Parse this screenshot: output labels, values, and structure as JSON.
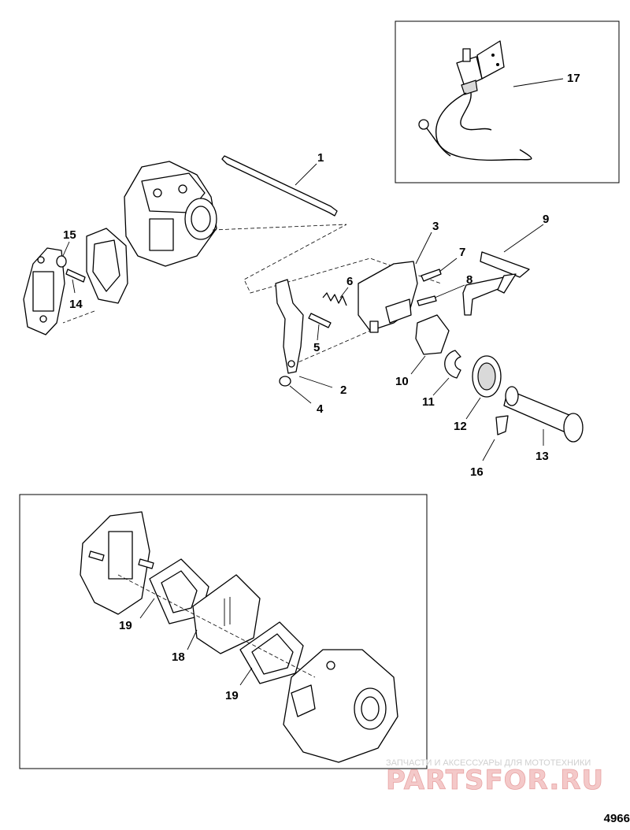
{
  "diagram": {
    "callouts": [
      "1",
      "2",
      "3",
      "4",
      "5",
      "6",
      "7",
      "8",
      "9",
      "10",
      "11",
      "12",
      "13",
      "14",
      "15",
      "16",
      "17",
      "18",
      "19",
      "19"
    ],
    "figure_number": "4966",
    "watermark": {
      "caption": "ЗАПЧАСТИ И АКСЕССУАРЫ ДЛЯ МОТОТЕХНИКИ",
      "logo": "PARTSFOR.RU"
    }
  }
}
